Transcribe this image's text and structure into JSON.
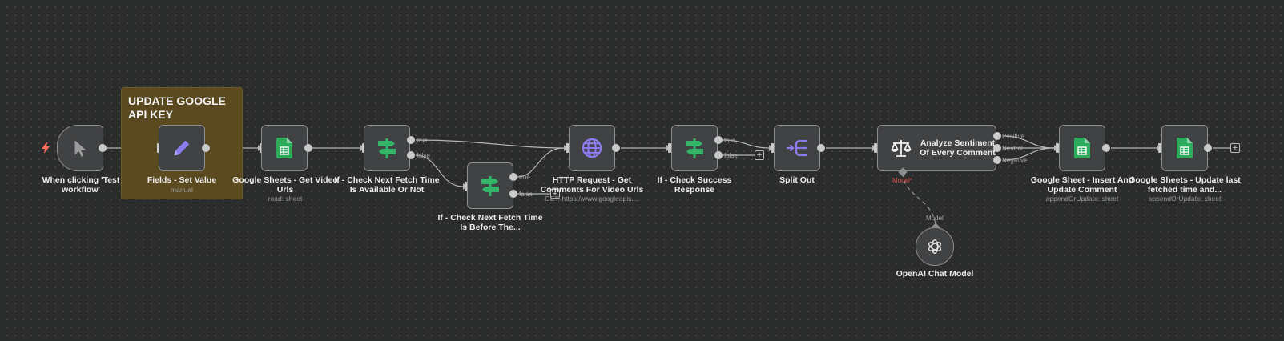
{
  "sticky": {
    "text": "UPDATE GOOGLE\nAPI KEY"
  },
  "nodes": {
    "trigger": {
      "label": "When clicking 'Test workflow'",
      "icon": "cursor-icon"
    },
    "fields": {
      "label": "Fields - Set Value",
      "sub": "manual",
      "icon": "pencil-icon"
    },
    "sheets_get": {
      "label": "Google Sheets - Get Video Urls",
      "sub": "read: sheet",
      "icon": "google-sheets-icon"
    },
    "if_fetch": {
      "label": "If - Check Next Fetch Time Is Available Or Not",
      "icon": "signpost-icon"
    },
    "if_before": {
      "label": "If - Check Next Fetch Time Is Before The...",
      "icon": "signpost-icon"
    },
    "http": {
      "label": "HTTP Request - Get Comments For Video Urls",
      "sub": "GET: https://www.googleapis....",
      "icon": "globe-icon"
    },
    "if_success": {
      "label": "If - Check Success Response",
      "icon": "signpost-icon"
    },
    "split": {
      "label": "Split Out",
      "icon": "split-icon"
    },
    "sentiment": {
      "label": "Analyze Sentiment Of Every Comment",
      "icon": "scale-icon"
    },
    "sheet_insert": {
      "label": "Google Sheet - Insert And Update Comment",
      "sub": "appendOrUpdate: sheet",
      "icon": "google-sheets-icon"
    },
    "sheets_update": {
      "label": "Google Sheets - Update last fetched time and...",
      "sub": "appendOrUpdate: sheet",
      "icon": "google-sheets-icon"
    },
    "openai": {
      "label": "OpenAI Chat Model",
      "icon": "openai-icon"
    }
  },
  "ports": {
    "true": "true",
    "false": "false",
    "positive": "Positive",
    "neutral": "Neutral",
    "negative": "Negative",
    "model_required": "Model*",
    "model": "Model"
  },
  "plus": "+",
  "colors": {
    "canvas": "#2b2c2c",
    "node": "#414243",
    "node_border": "#8d8e8f",
    "sticky": "#5b4a20",
    "sheets_green": "#2eaa5c",
    "if_green": "#35b56a",
    "purple": "#8c7cf0",
    "trigger_red": "#ff6d5a"
  }
}
